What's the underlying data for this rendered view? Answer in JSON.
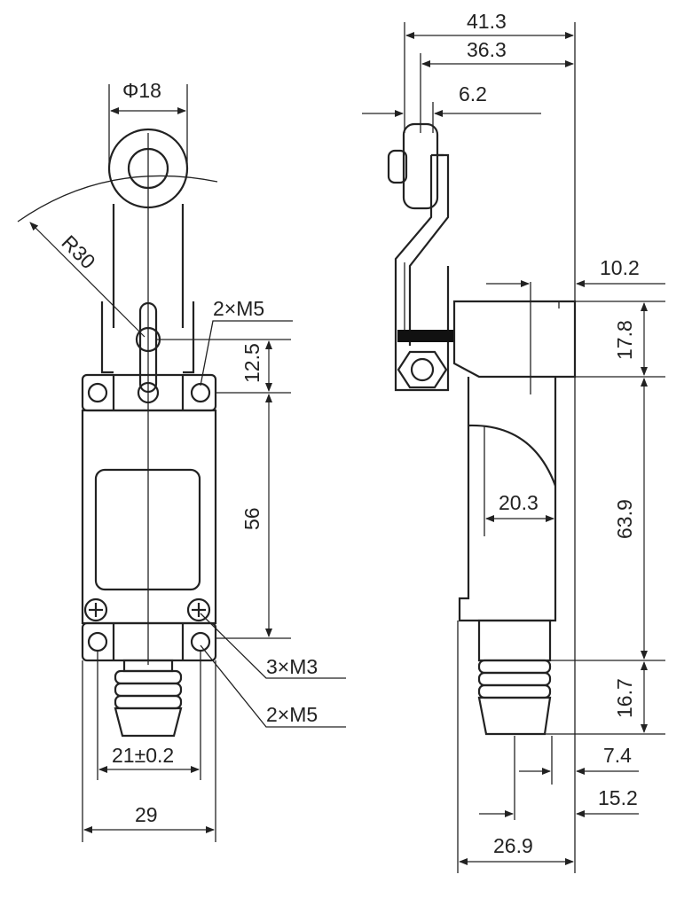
{
  "front_view": {
    "dim_diameter": "Φ18",
    "dim_radius": "R30",
    "callout_top": "2×M5",
    "dim_height_upper": "12.5",
    "dim_height_main": "56",
    "callout_screws": "3×M3",
    "callout_bottom": "2×M5",
    "dim_hole_spacing": "21±0.2",
    "dim_width": "29"
  },
  "side_view": {
    "dim_overall": "41.3",
    "dim_arm": "36.3",
    "dim_roller": "6.2",
    "dim_offset": "10.2",
    "dim_head_height": "17.8",
    "dim_body_height": "63.9",
    "dim_cam": "20.3",
    "dim_plunger_height": "16.7",
    "dim_plunger_a": "7.4",
    "dim_plunger_b": "15.2",
    "dim_base": "26.9"
  }
}
